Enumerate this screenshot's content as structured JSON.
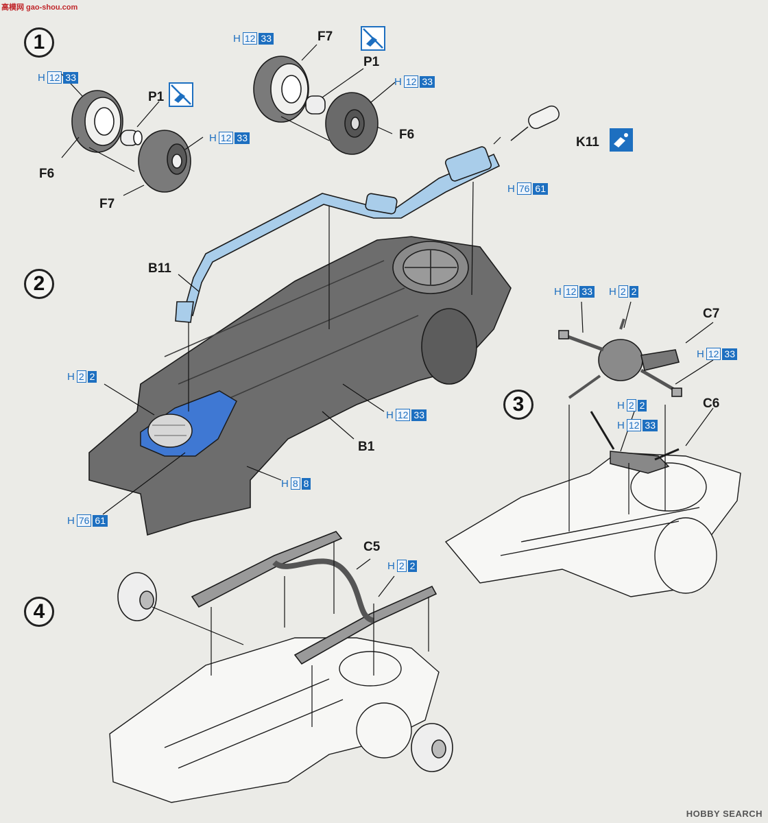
{
  "steps": [
    "1",
    "2",
    "3",
    "4"
  ],
  "parts": {
    "f6_left": "F6",
    "f7_left": "F7",
    "p1_left": "P1",
    "f7_right": "F7",
    "p1_right": "P1",
    "f6_right": "F6",
    "k11": "K11",
    "b11": "B11",
    "b1": "B1",
    "c7": "C7",
    "c6": "C6",
    "c5": "C5"
  },
  "paint_codes": [
    {
      "h": "H",
      "num": "12",
      "color": "33"
    },
    {
      "h": "H",
      "num": "12",
      "color": "33"
    },
    {
      "h": "H",
      "num": "12",
      "color": "33"
    },
    {
      "h": "H",
      "num": "12",
      "color": "33"
    },
    {
      "h": "H",
      "num": "76",
      "color": "61"
    },
    {
      "h": "H",
      "num": "2",
      "color": "2"
    },
    {
      "h": "H",
      "num": "12",
      "color": "33"
    },
    {
      "h": "H",
      "num": "8",
      "color": "8"
    },
    {
      "h": "H",
      "num": "76",
      "color": "61"
    },
    {
      "h": "H",
      "num": "12",
      "color": "33"
    },
    {
      "h": "H",
      "num": "2",
      "color": "2"
    },
    {
      "h": "H",
      "num": "12",
      "color": "33"
    },
    {
      "h": "H",
      "num": "2",
      "color": "2"
    },
    {
      "h": "H",
      "num": "12",
      "color": "33"
    },
    {
      "h": "H",
      "num": "2",
      "color": "2"
    }
  ],
  "icons": [
    "no-glue-icon",
    "no-glue-icon",
    "glue-icon"
  ],
  "watermark_top": "高模网 gao-shou.com",
  "watermark_bottom": "HOBBY SEARCH",
  "colors": {
    "paint_blue": "#1d6fc0",
    "exhaust_blue": "#a9cdea",
    "chassis_gray": "#6d6d6d",
    "body_blue": "#3f78d3"
  }
}
